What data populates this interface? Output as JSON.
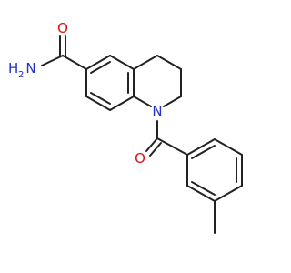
{
  "molecule": {
    "labels": {
      "amide_O": "O",
      "amide_N": "N",
      "amide_H2": "H",
      "amide_sub2": "2",
      "ring_N": "N",
      "acyl_O": "O"
    },
    "colors": {
      "bond": "#222222",
      "nitrogen": "#2233cc",
      "oxygen": "#dd1111"
    }
  }
}
